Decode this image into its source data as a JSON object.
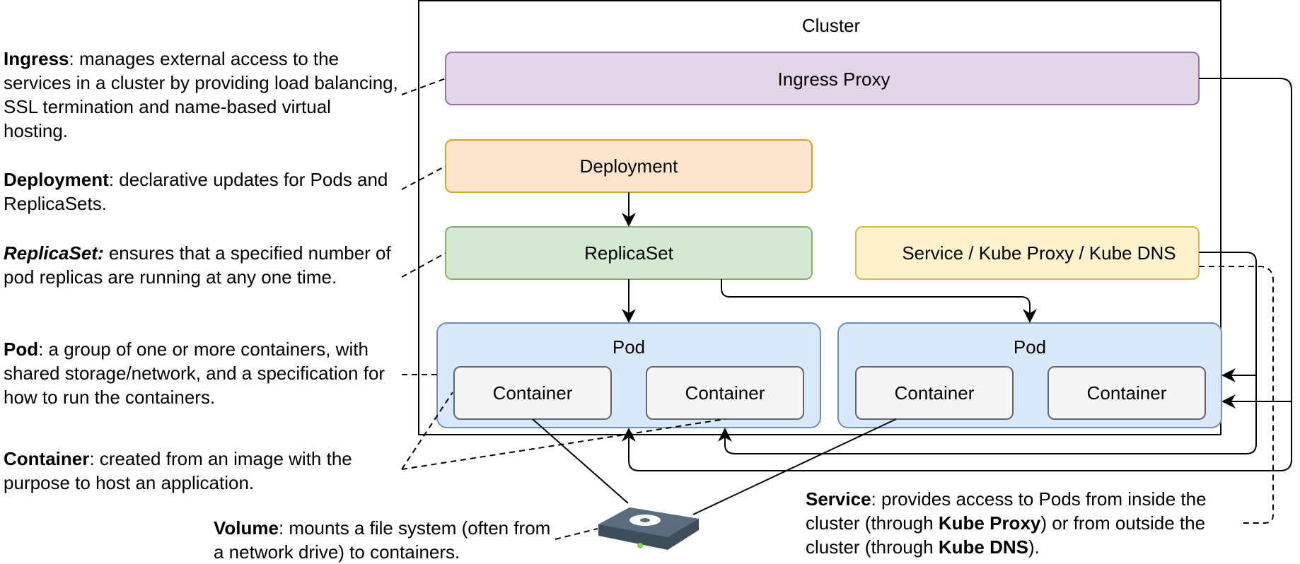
{
  "colors": {
    "ingress_fill": "#e1d5e7",
    "ingress_stroke": "#9673a6",
    "deployment_fill": "#fce5cd",
    "deployment_stroke": "#d6a32a",
    "replicaset_fill": "#d5e8d4",
    "replicaset_stroke": "#82b366",
    "service_fill": "#fff2cc",
    "service_stroke": "#d6b656",
    "pod_fill": "#dae8fc",
    "pod_stroke": "#6c8ebf",
    "container_fill": "#f5f5f5",
    "container_stroke": "#666666",
    "volume_icon": "#4a5b6b"
  },
  "diagram": {
    "cluster_label": "Cluster",
    "ingress_proxy_label": "Ingress Proxy",
    "deployment_label": "Deployment",
    "replicaset_label": "ReplicaSet",
    "service_label": "Service / Kube Proxy / Kube DNS",
    "pods": [
      {
        "label": "Pod",
        "containers": [
          "Container",
          "Container"
        ]
      },
      {
        "label": "Pod",
        "containers": [
          "Container",
          "Container"
        ]
      }
    ],
    "volume_icon": "hard-drive-icon"
  },
  "descriptions": {
    "ingress": {
      "term": "Ingress",
      "text": ": manages external access to the services in a cluster by providing load balancing, SSL termination and name-based virtual hosting."
    },
    "deployment": {
      "term": "Deployment",
      "text": ": declarative updates for Pods and ReplicaSets."
    },
    "replicaset": {
      "term": "ReplicaSet:",
      "text": " ensures that a specified number of pod replicas are running at any one time."
    },
    "pod": {
      "term": "Pod",
      "text": ": a group of one or more containers, with shared storage/network, and a specification for how to run the containers."
    },
    "container": {
      "term": "Container",
      "text": ": created from an image with the purpose to host an application."
    },
    "volume": {
      "term": "Volume",
      "text": ": mounts a file system (often from a network drive) to containers."
    },
    "service": {
      "term": "Service",
      "text1": ": provides access to Pods from inside the cluster (through ",
      "bold1": "Kube Proxy",
      "text2": ") or from outside the cluster (through ",
      "bold2": "Kube DNS",
      "text3": ")."
    }
  }
}
